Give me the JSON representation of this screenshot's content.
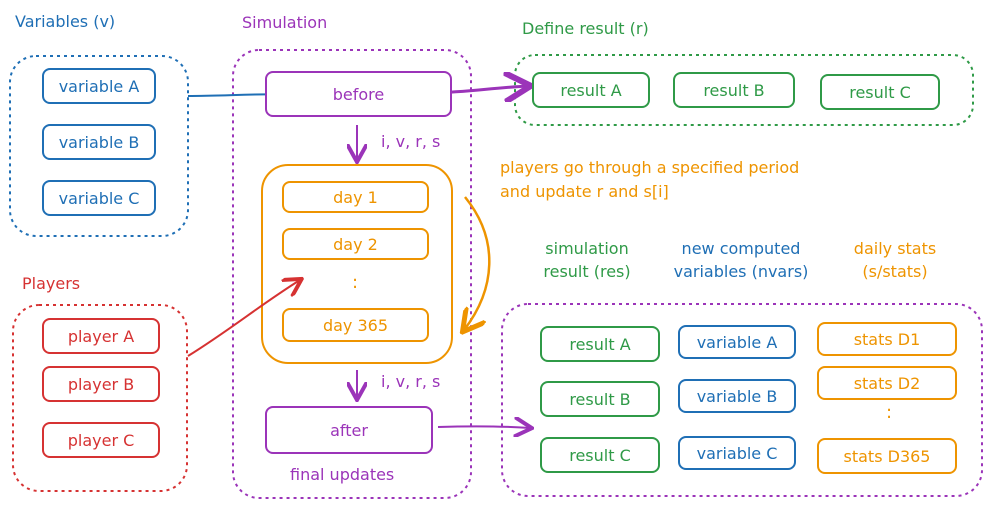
{
  "colors": {
    "variables": "#1f6fb5",
    "players": "#d63232",
    "result": "#2f9a47",
    "simulation": "#9b34b9",
    "days": "#ee9400"
  },
  "variables": {
    "title": "Variables (v)",
    "items": [
      "variable A",
      "variable B",
      "variable C"
    ]
  },
  "players": {
    "title": "Players",
    "items": [
      "player A",
      "player B",
      "player C"
    ]
  },
  "simulation": {
    "title": "Simulation",
    "before": "before",
    "after": "after",
    "arrow_label_top": "i, v, r, s",
    "arrow_label_bottom": "i, v, r, s",
    "days": [
      "day 1",
      "day 2",
      "day 365"
    ],
    "ellipsis": ":",
    "footer": "final updates"
  },
  "define_result": {
    "title": "Define result (r)",
    "items": [
      "result A",
      "result B",
      "result C"
    ]
  },
  "note": {
    "line1": "players go through a specified period",
    "line2": "and update r and s[i]"
  },
  "output": {
    "col1_title_line1": "simulation",
    "col1_title_line2": "result (res)",
    "col2_title_line1": "new computed",
    "col2_title_line2": "variables (nvars)",
    "col3_title_line1": "daily stats",
    "col3_title_line2": "(s/stats)",
    "results": [
      "result A",
      "result B",
      "result C"
    ],
    "variables": [
      "variable A",
      "variable B",
      "variable C"
    ],
    "stats": [
      "stats D1",
      "stats D2",
      "stats D365"
    ],
    "ellipsis": ":"
  }
}
